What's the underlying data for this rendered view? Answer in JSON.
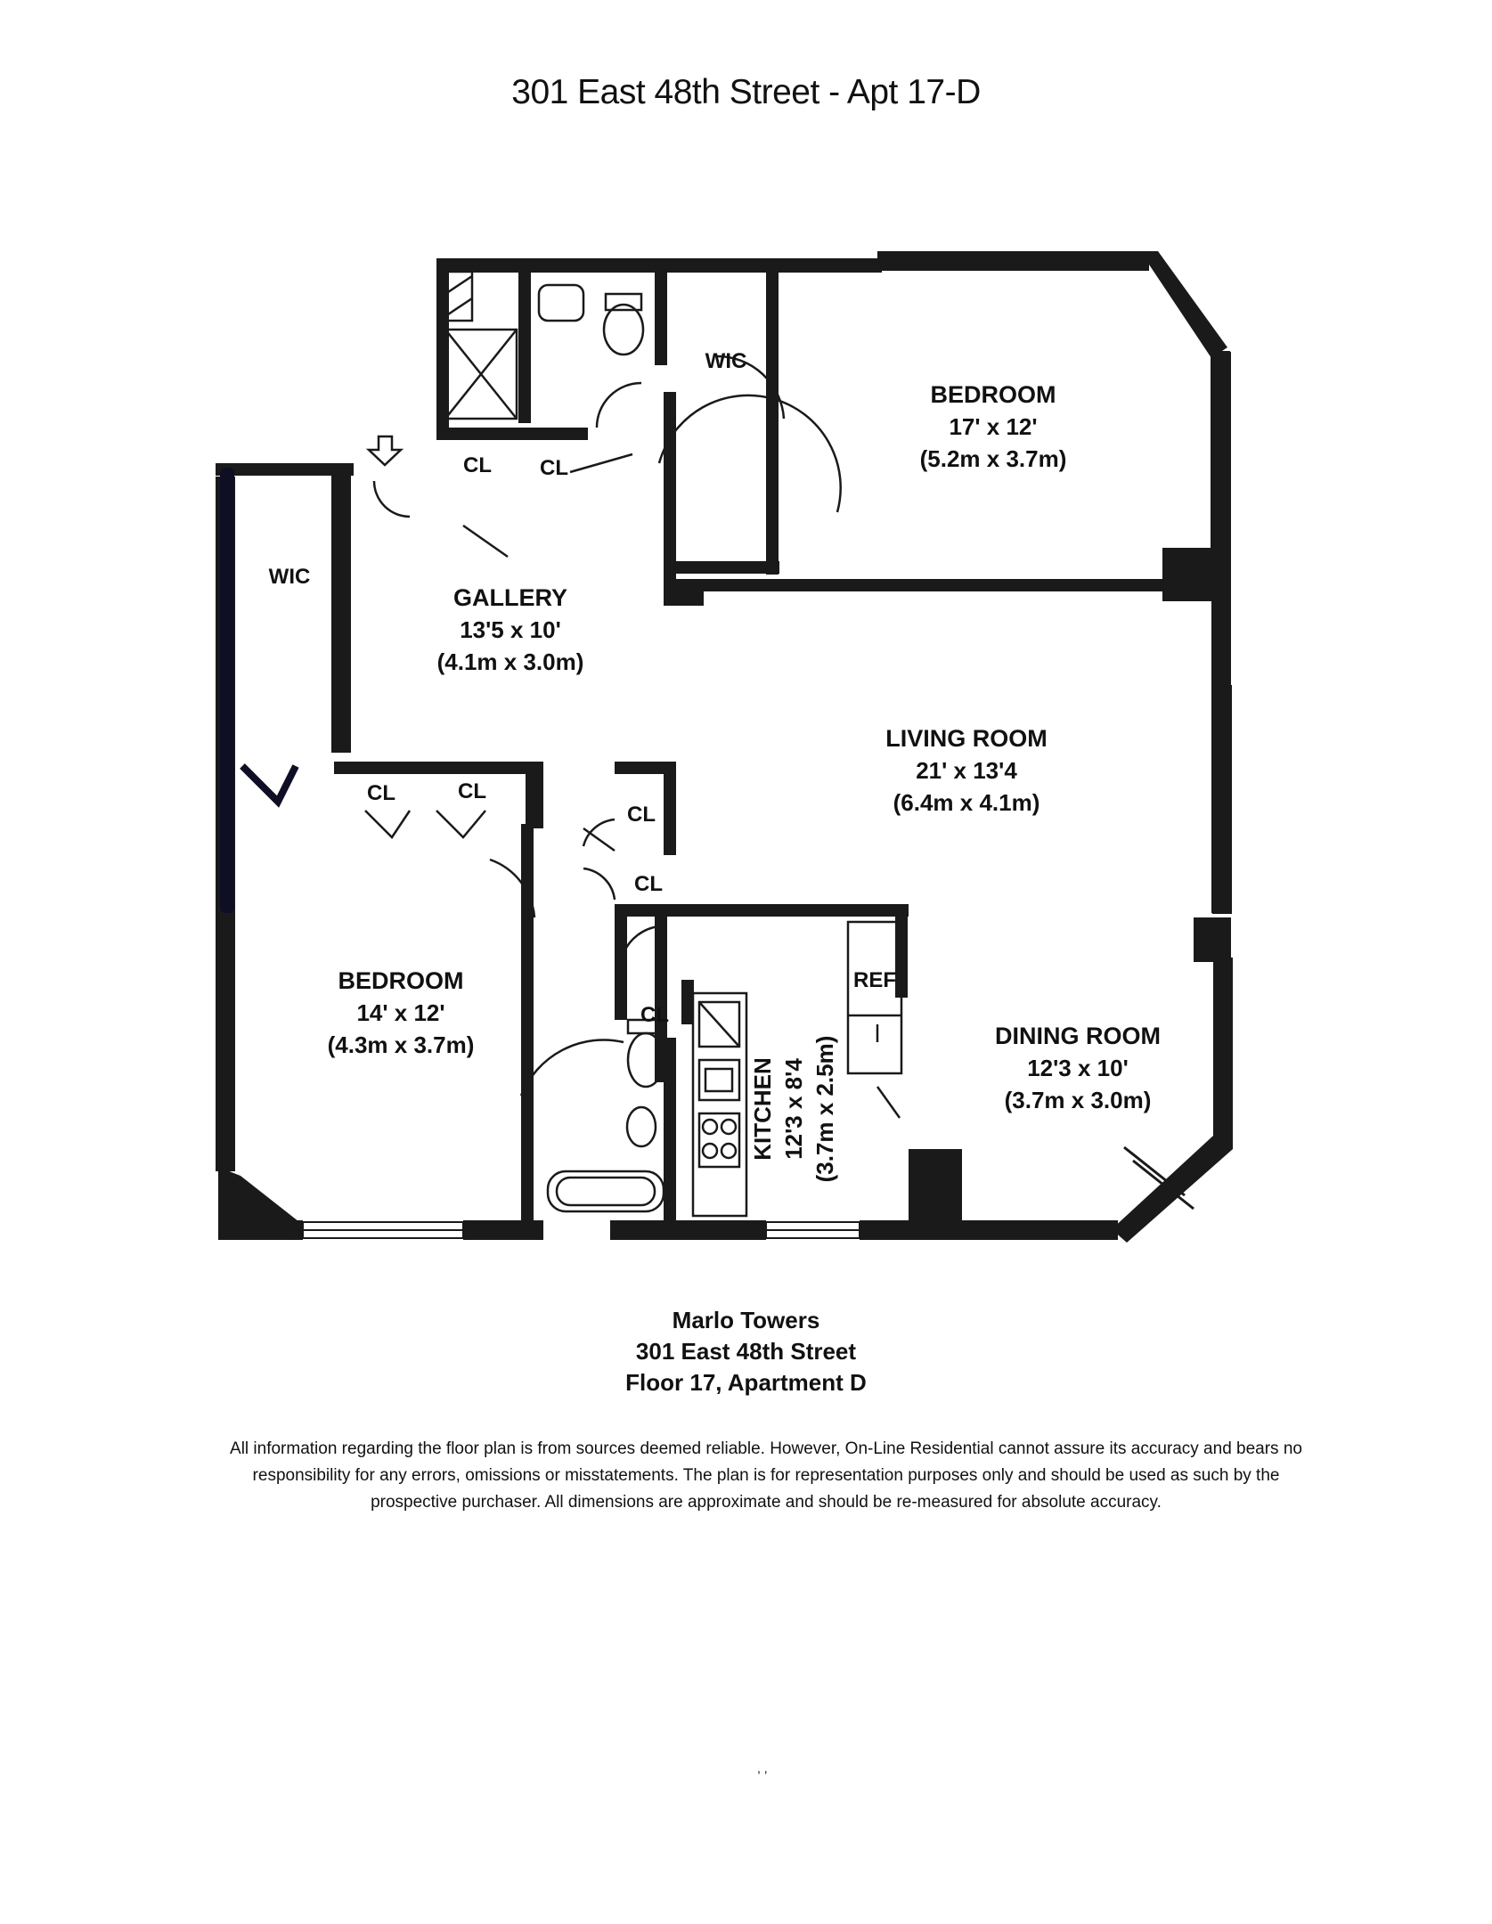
{
  "title": "301 East 48th Street - Apt 17-D",
  "rooms": {
    "bedroom_master": {
      "name": "BEDROOM",
      "dims": "17' x 12'",
      "metric": "(5.2m x 3.7m)"
    },
    "gallery": {
      "name": "GALLERY",
      "dims": "13'5 x 10'",
      "metric": "(4.1m x 3.0m)"
    },
    "living_room": {
      "name": "LIVING ROOM",
      "dims": "21' x 13'4",
      "metric": "(6.4m x 4.1m)"
    },
    "bedroom_second": {
      "name": "BEDROOM",
      "dims": "14' x 12'",
      "metric": "(4.3m x 3.7m)"
    },
    "dining_room": {
      "name": "DINING ROOM",
      "dims": "12'3 x 10'",
      "metric": "(3.7m x 3.0m)"
    },
    "kitchen": {
      "name": "KITCHEN",
      "dims": "12'3 x 8'4",
      "metric": "(3.7m x 2.5m)"
    }
  },
  "small_labels": {
    "wic": "WIC",
    "closet": "CL",
    "refrigerator": "REF"
  },
  "building": {
    "name": "Marlo Towers",
    "address": "301 East 48th Street",
    "unit": "Floor 17, Apartment D"
  },
  "disclaimer": "All information regarding the floor plan is from sources deemed reliable. However, On-Line Residential cannot assure its accuracy and bears no responsibility for any errors, omissions or misstatements. The plan is for representation purposes only and should be used as such by the prospective purchaser. All dimensions are approximate and should be re-measured for absolute accuracy.",
  "stray_marks": ", ,"
}
